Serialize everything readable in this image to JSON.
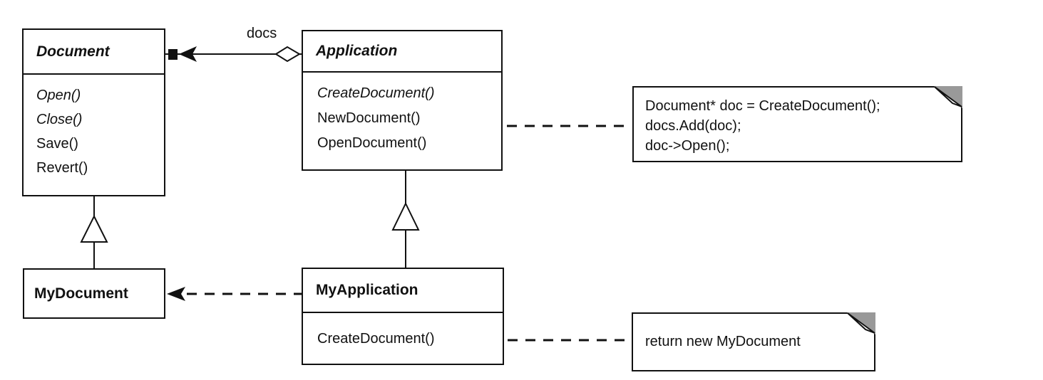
{
  "classes": {
    "document": {
      "name": "Document",
      "methods": [
        {
          "label": "Open()"
        },
        {
          "label": "Close()"
        },
        {
          "label": "Save()"
        },
        {
          "label": "Revert()"
        }
      ]
    },
    "application": {
      "name": "Application",
      "methods": [
        {
          "label": "CreateDocument()"
        },
        {
          "label": "NewDocument()"
        },
        {
          "label": "OpenDocument()"
        }
      ]
    },
    "mydocument": {
      "name": "MyDocument"
    },
    "myapplication": {
      "name": "MyApplication",
      "methods": [
        {
          "label": "CreateDocument()"
        }
      ]
    }
  },
  "relationships": {
    "aggregation_label": "docs"
  },
  "notes": {
    "new_document_code": {
      "lines": [
        "Document* doc = CreateDocument();",
        "docs.Add(doc);",
        "doc->Open();"
      ]
    },
    "create_document_code": {
      "lines": [
        "return new MyDocument"
      ]
    }
  },
  "colors": {
    "line": "#111111",
    "note_fold_gray": "#999999",
    "background": "#ffffff"
  }
}
